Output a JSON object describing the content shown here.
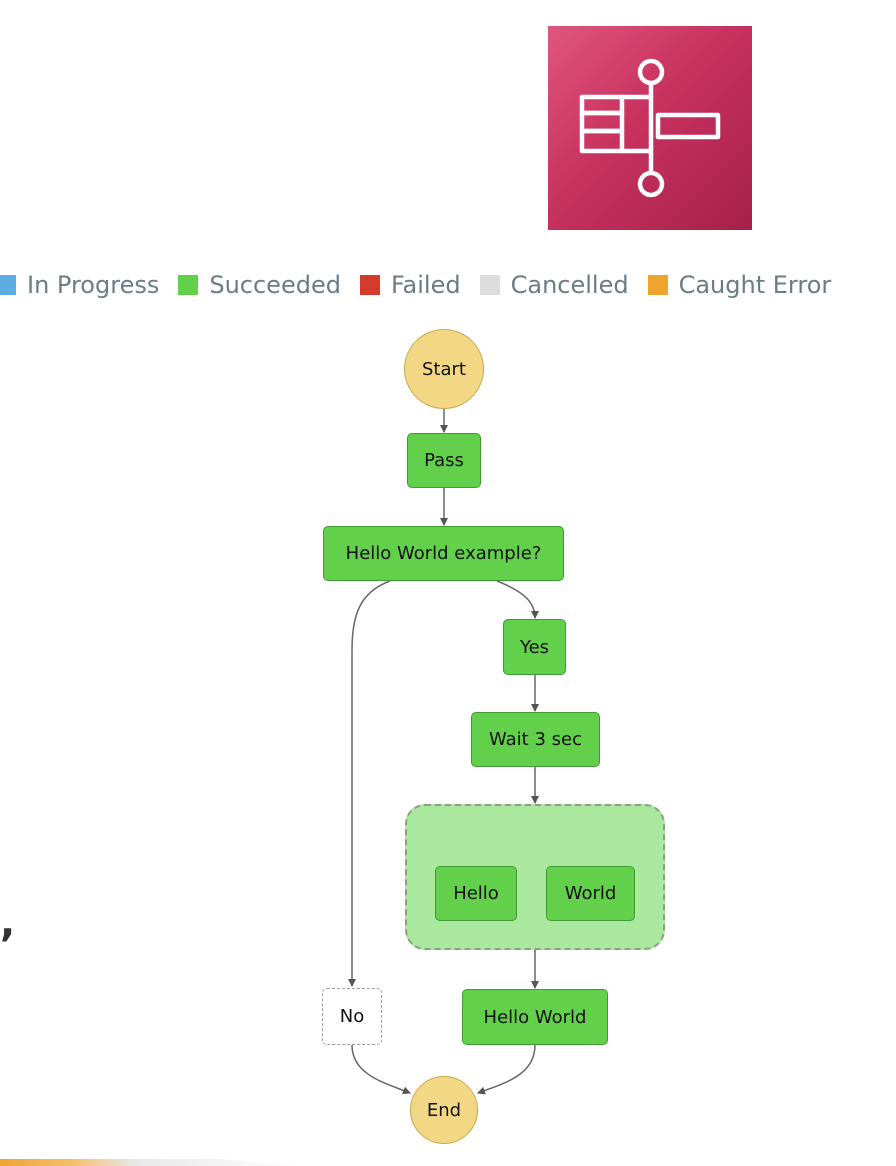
{
  "legend": [
    {
      "label": "In Progress",
      "color": "#5dade2"
    },
    {
      "label": "Succeeded",
      "color": "#63d04b"
    },
    {
      "label": "Failed",
      "color": "#d33c2c"
    },
    {
      "label": "Cancelled",
      "color": "#dddddd"
    },
    {
      "label": "Caught Error",
      "color": "#f0a430"
    }
  ],
  "nodes": {
    "start": "Start",
    "pass": "Pass",
    "choice": "Hello World example?",
    "yes": "Yes",
    "wait": "Wait 3 sec",
    "hello": "Hello",
    "world": "World",
    "no": "No",
    "hello_world": "Hello World",
    "end": "End"
  },
  "fragment": ","
}
